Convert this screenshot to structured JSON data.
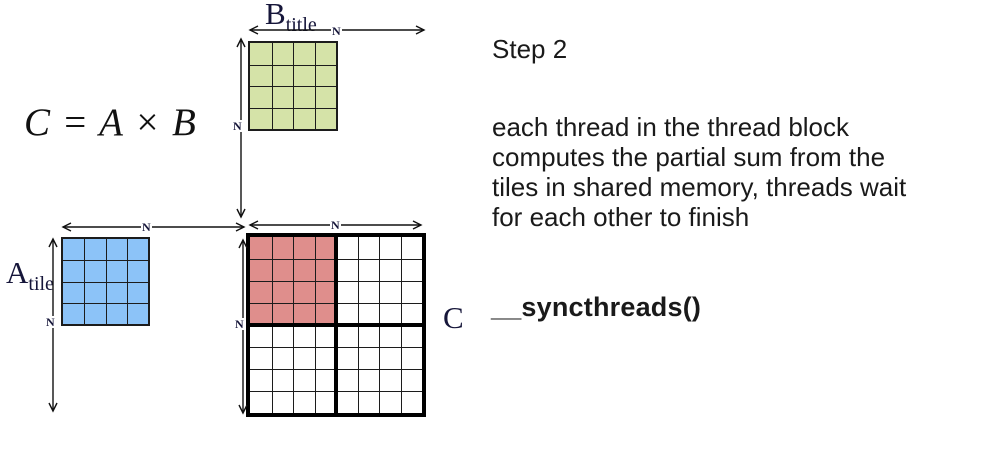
{
  "formula": "C = A × B",
  "dimension_label": "N",
  "colors": {
    "grid_line": "#1c1c1c",
    "b_fill": "#d5e3a8",
    "a_fill": "#8cc3f8",
    "c_fill": "#ffffff",
    "c_highlight_fill": "#df8e8c",
    "label": "#16163a"
  },
  "matrices": {
    "b": {
      "base": "B",
      "subscript": "title",
      "rows": 4,
      "cols": 4,
      "fill": "#d5e3a8"
    },
    "a": {
      "base": "A",
      "subscript": "tile",
      "rows": 4,
      "cols": 4,
      "fill": "#8cc3f8"
    },
    "c": {
      "label": "C",
      "rows": 8,
      "cols": 8,
      "fill": "#ffffff",
      "highlight_fill": "#df8e8c",
      "highlight": {
        "rows": 4,
        "cols": 4
      }
    }
  },
  "text_panel": {
    "step_title": "Step 2",
    "paragraph": "each thread in the thread block\ncomputes the partial sum from the\ntiles in shared memory, threads wait\nfor each other to finish",
    "code": "__syncthreads()"
  }
}
